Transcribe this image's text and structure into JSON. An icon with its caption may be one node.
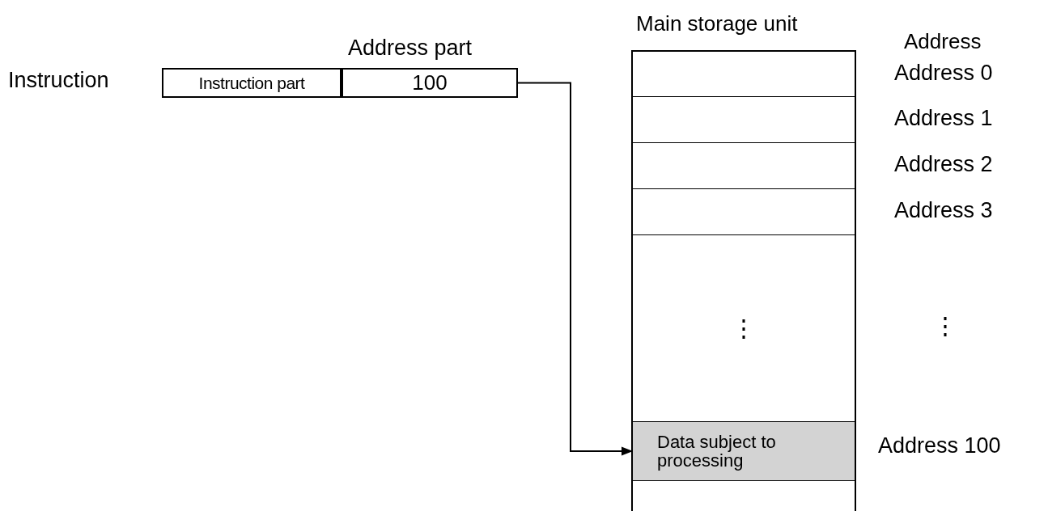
{
  "diagram": {
    "nodes": [
      {
        "text": [
          "Instruction part"
        ],
        "beside": [
          "Instruction"
        ]
      },
      {
        "text": [
          "100"
        ],
        "beside": [
          "Address part"
        ]
      },
      {
        "text": [
          "Main storage unit"
        ]
      },
      {
        "text": [],
        "shape": "box",
        "in": 2,
        "beside": [
          "Address 0"
        ]
      },
      {
        "text": [],
        "shape": "box",
        "in": 2,
        "beside": [
          "Address 1"
        ]
      },
      {
        "text": [],
        "shape": "box",
        "in": 2,
        "beside": [
          "Address 2"
        ]
      },
      {
        "text": [],
        "shape": "box",
        "in": 2,
        "beside": [
          "Address 3"
        ]
      },
      {
        "text": [
          "⋮"
        ],
        "in": 2,
        "beside": [
          "⋮"
        ]
      },
      {
        "text": [
          "Data subject to processing"
        ],
        "in": 2,
        "beside": [
          "Address 100"
        ]
      },
      {
        "text": [],
        "shape": "box",
        "in": 2
      }
    ],
    "edges": [
      {
        "from": 1,
        "to": 8,
        "arrow": "to"
      }
    ],
    "labels": [
      "Address"
    ]
  }
}
